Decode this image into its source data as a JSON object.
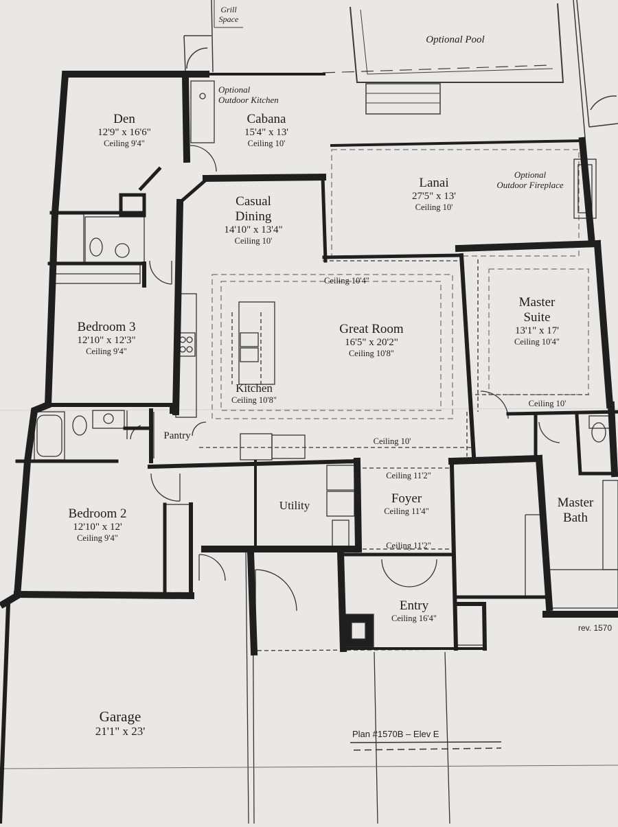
{
  "rooms": {
    "den": {
      "name": "Den",
      "dims": "12'9\" x 16'6\"",
      "ceiling": "Ceiling 9'4\""
    },
    "cabana": {
      "name": "Cabana",
      "dims": "15'4\" x 13'",
      "ceiling": "Ceiling 10'"
    },
    "lanai": {
      "name": "Lanai",
      "dims": "27'5\" x 13'",
      "ceiling": "Ceiling 10'"
    },
    "casual_dining": {
      "name_line1": "Casual",
      "name_line2": "Dining",
      "dims": "14'10\" x 13'4\"",
      "ceiling": "Ceiling 10'"
    },
    "bedroom3": {
      "name": "Bedroom 3",
      "dims": "12'10\" x 12'3\"",
      "ceiling": "Ceiling 9'4\""
    },
    "great_room": {
      "name": "Great Room",
      "dims": "16'5\" x 20'2\"",
      "ceiling": "Ceiling 10'8\""
    },
    "master_suite": {
      "name_line1": "Master",
      "name_line2": "Suite",
      "dims": "13'1\" x 17'",
      "ceiling": "Ceiling 10'4\""
    },
    "kitchen": {
      "name": "Kitchen",
      "ceiling": "Ceiling 10'8\""
    },
    "bedroom2": {
      "name": "Bedroom 2",
      "dims": "12'10\" x 12'",
      "ceiling": "Ceiling 9'4\""
    },
    "utility": {
      "name": "Utility"
    },
    "foyer": {
      "name": "Foyer",
      "ceiling": "Ceiling 11'4\""
    },
    "master_bath": {
      "name_line1": "Master",
      "name_line2": "Bath"
    },
    "entry": {
      "name": "Entry",
      "ceiling": "Ceiling 16'4\""
    },
    "pantry": {
      "name": "Pantry"
    },
    "garage": {
      "name": "Garage",
      "dims": "21'1\" x 23'"
    }
  },
  "notes": {
    "grill_line1": "Grill",
    "grill_line2": "Space",
    "optional_pool": "Optional Pool",
    "outdoor_kitchen_line1": "Optional",
    "outdoor_kitchen_line2": "Outdoor Kitchen",
    "fireplace_line1": "Optional",
    "fireplace_line2": "Outdoor Fireplace",
    "ceiling_great": "Ceiling 10'4\"",
    "ceiling_master_lower": "Ceiling 10'",
    "ceiling_hall": "Ceiling 10'",
    "ceiling_foyer_top": "Ceiling 11'2\"",
    "ceiling_foyer_bottom": "Ceiling 11'2\"",
    "plan_label": "Plan #1570B – Elev E",
    "revision": "rev. 1570"
  },
  "colors": {
    "paper": "#e9e8e4",
    "wall": "#1f1f1f",
    "line": "#3a3a3a"
  }
}
